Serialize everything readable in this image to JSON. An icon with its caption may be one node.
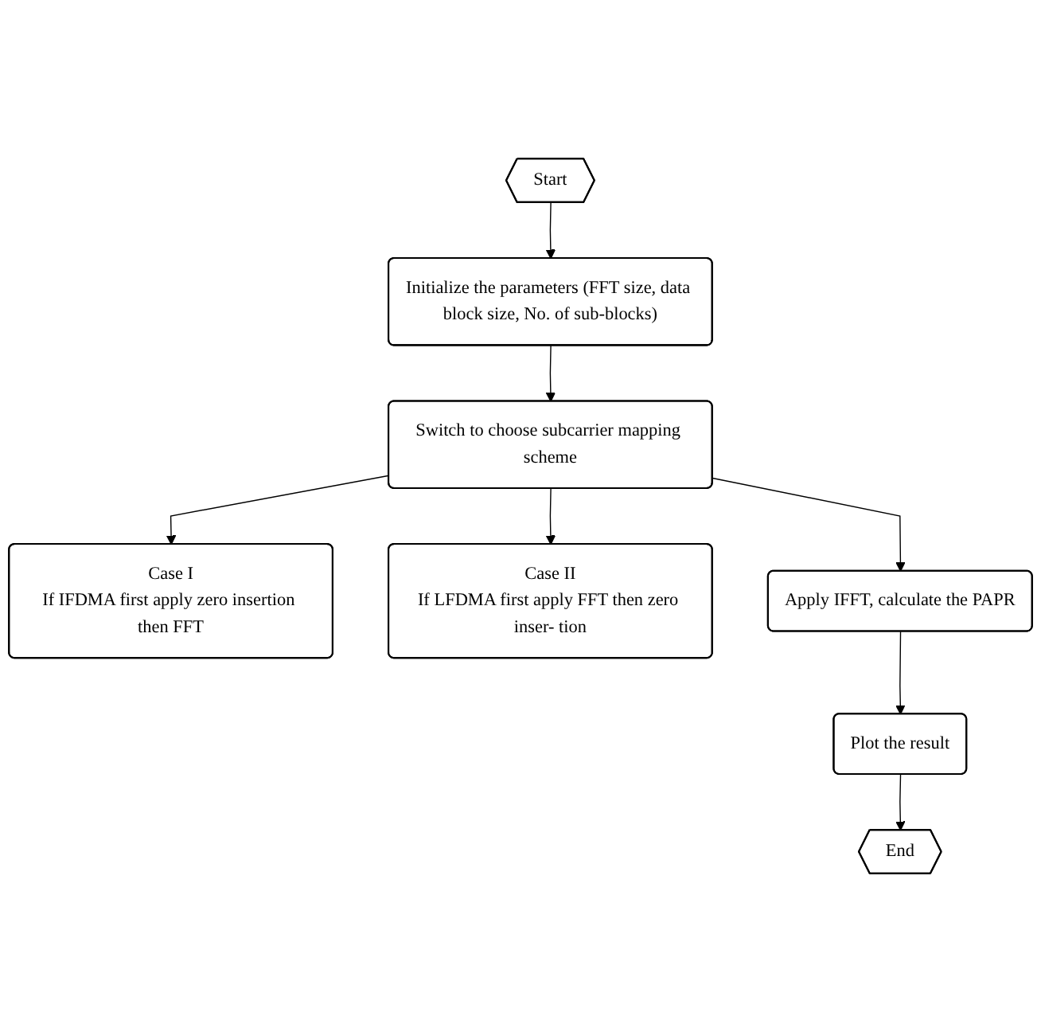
{
  "diagram": {
    "nodes": [
      {
        "text": [
          "Start"
        ]
      },
      {
        "text": [
          "Initialize the parameters (FFT size, data block size, No. of sub-blocks)"
        ]
      },
      {
        "text": [
          "Switch to choose subcarrier mapping scheme"
        ]
      },
      {
        "text": [
          "Case I",
          "If IFDMA first apply zero insertion then FFT"
        ]
      },
      {
        "text": [
          "Case II",
          "If LFDMA first apply FFT then zero inser- tion"
        ]
      },
      {
        "text": [
          "Apply IFFT, calculate the PAPR"
        ]
      },
      {
        "text": [
          "Plot the result"
        ]
      },
      {
        "text": [
          "End"
        ]
      }
    ],
    "edges": [
      {
        "from": 0,
        "to": 1,
        "arrow": "to"
      },
      {
        "from": 1,
        "to": 2,
        "arrow": "to"
      },
      {
        "from": 2,
        "to": 3,
        "arrow": "to"
      },
      {
        "from": 2,
        "to": 4,
        "arrow": "to"
      },
      {
        "from": 2,
        "to": 5,
        "arrow": "to"
      },
      {
        "from": 5,
        "to": 6,
        "arrow": "to"
      },
      {
        "from": 6,
        "to": 7,
        "arrow": "to"
      }
    ]
  }
}
